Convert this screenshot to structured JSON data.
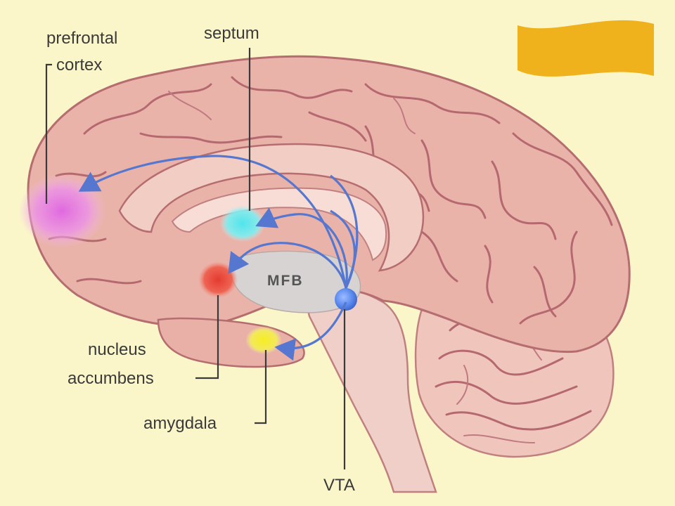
{
  "labels": {
    "prefrontal_line1": "prefrontal",
    "prefrontal_line2": "cortex",
    "septum": "septum",
    "mfb": "MFB",
    "nucleus_line1": "nucleus",
    "nucleus_line2": "accumbens",
    "amygdala": "amygdala",
    "vta": "VTA"
  },
  "colors": {
    "background": "#fbf6c9",
    "banner": "#efb21c",
    "brain": "#eab3aa",
    "prefrontal": "#e57ae0",
    "septum": "#5ee6ea",
    "nucleus_accumbens": "#e8473a",
    "amygdala": "#f1ea2a",
    "vta": "#5f8ef0",
    "pathway": "#5577d0"
  },
  "icons": {
    "banner": "flag-banner-icon"
  }
}
